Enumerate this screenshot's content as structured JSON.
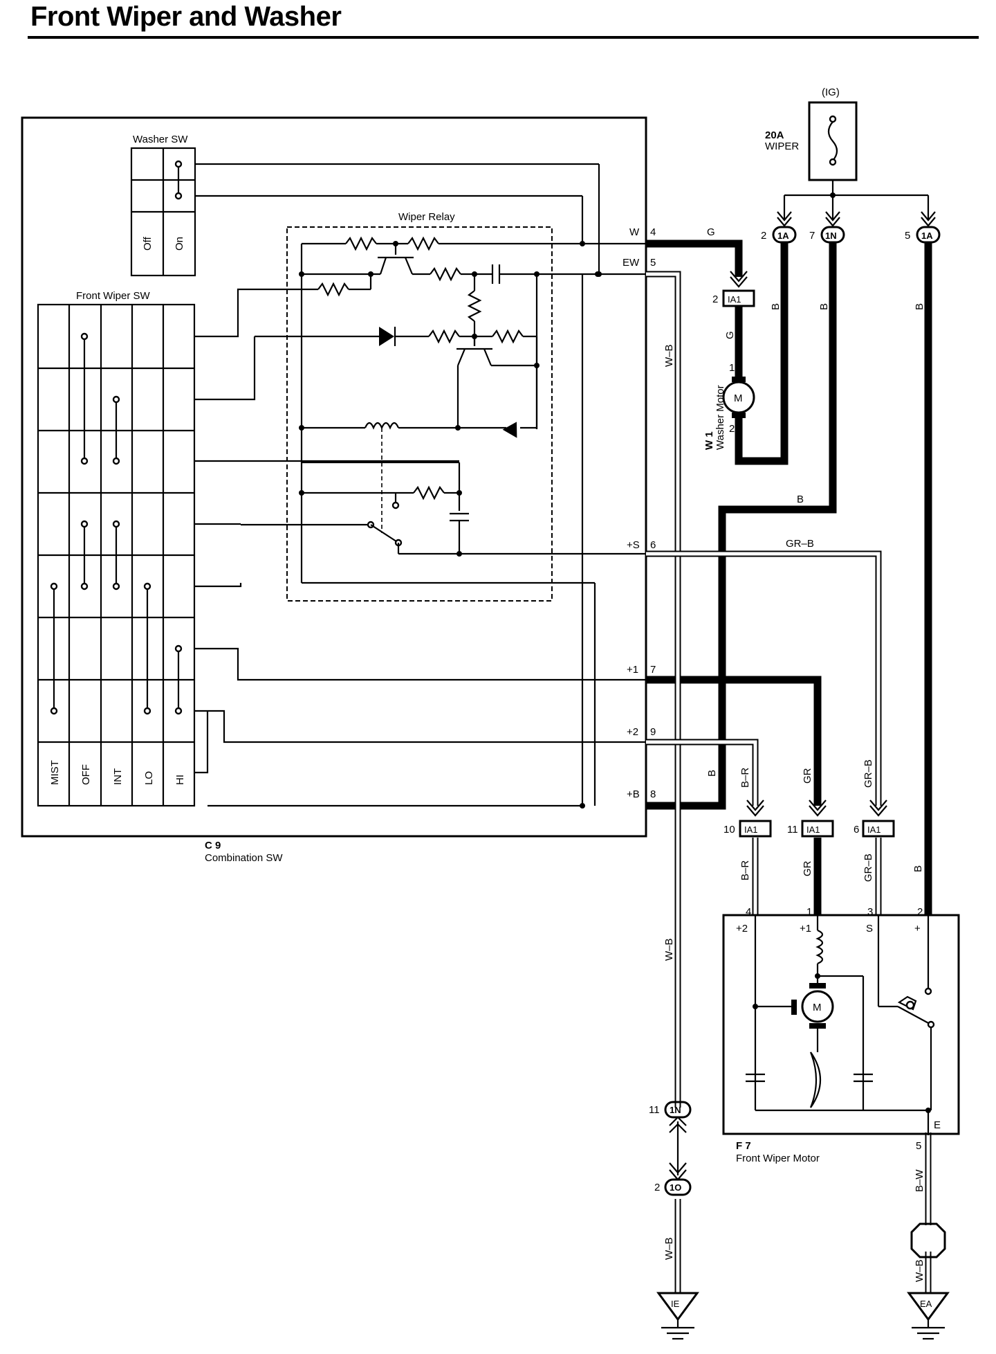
{
  "title": "Front Wiper and Washer",
  "fuse": {
    "source": "(IG)",
    "rating": "20A",
    "name": "WIPER"
  },
  "switches": {
    "washer_label": "Washer SW",
    "washer_positions": [
      "Off",
      "On"
    ],
    "wiper_label": "Front Wiper SW",
    "wiper_positions": [
      "MIST",
      "OFF",
      "INT",
      "LO",
      "HI"
    ],
    "relay_label": "Wiper Relay"
  },
  "combination": {
    "code": "C 9",
    "name": "Combination SW"
  },
  "terminals": [
    {
      "name": "W",
      "pin": "4"
    },
    {
      "name": "EW",
      "pin": "5"
    },
    {
      "name": "+S",
      "pin": "6"
    },
    {
      "name": "+1",
      "pin": "7"
    },
    {
      "name": "+2",
      "pin": "9"
    },
    {
      "name": "+B",
      "pin": "8"
    }
  ],
  "washer_motor": {
    "code": "W 1",
    "name": "Washer Motor",
    "pin1": "1",
    "pin2": "2",
    "symbol": "M"
  },
  "wiper_motor": {
    "code": "F 7",
    "name": "Front Wiper Motor",
    "symbol": "M",
    "terms": [
      {
        "name": "+2",
        "pin": "4"
      },
      {
        "name": "+1",
        "pin": "1"
      },
      {
        "name": "S",
        "pin": "3"
      },
      {
        "name": "+",
        "pin": "2"
      }
    ],
    "earth_term": "E",
    "earth_pin": "5"
  },
  "connectors": {
    "c1a_a": "1A",
    "c1a_a_pin": "2",
    "c1n_top": "1N",
    "c1n_top_pin": "7",
    "c1a_b": "1A",
    "c1a_b_pin": "5",
    "ia1_w": "IA1",
    "ia1_w_pin": "2",
    "ia1_10": "IA1",
    "ia1_10_pin": "10",
    "ia1_11": "IA1",
    "ia1_11_pin": "11",
    "ia1_6": "IA1",
    "ia1_6_pin": "6",
    "c1n_bot": "1N",
    "c1n_bot_pin": "11",
    "c1o": "1O",
    "c1o_pin": "2"
  },
  "grounds": [
    "IE",
    "EA"
  ],
  "wire_colors": {
    "g_top": "G",
    "b_1a": "B",
    "b_1n": "B",
    "b_1a5": "B",
    "g_motor": "G",
    "wb_vert": "W–B",
    "b_horiz": "B",
    "grb_horiz": "GR–B",
    "br_up": "B–R",
    "gr_up": "GR",
    "grb_up": "GR–B",
    "b_plusb": "B",
    "br_dn": "B–R",
    "gr_dn": "GR",
    "grb_dn": "GR–B",
    "b_dn": "B",
    "wb_low": "W–B",
    "wb_ground": "W–B",
    "bw": "B–W",
    "wb_ea": "W–B"
  }
}
